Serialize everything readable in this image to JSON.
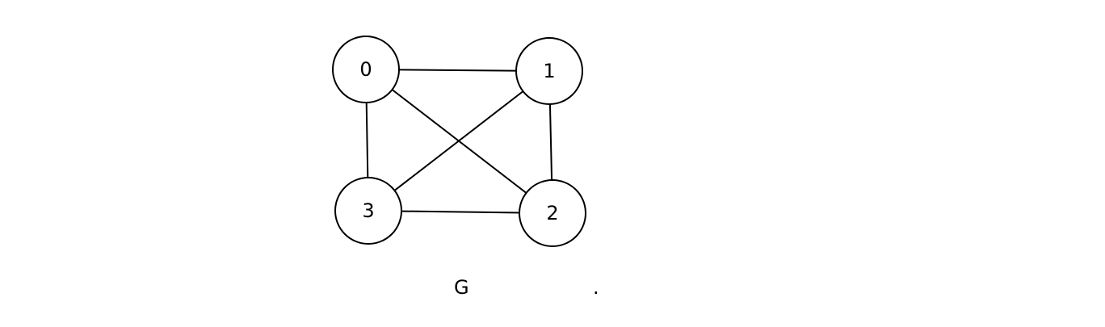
{
  "graph": {
    "nodes": [
      {
        "id": "0",
        "label": "0"
      },
      {
        "id": "1",
        "label": "1"
      },
      {
        "id": "2",
        "label": "2"
      },
      {
        "id": "3",
        "label": "3"
      }
    ],
    "edges": [
      {
        "from": "0",
        "to": "1"
      },
      {
        "from": "0",
        "to": "3"
      },
      {
        "from": "0",
        "to": "2"
      },
      {
        "from": "1",
        "to": "3"
      },
      {
        "from": "1",
        "to": "2"
      },
      {
        "from": "3",
        "to": "2"
      }
    ]
  },
  "caption": {
    "label": "G",
    "period": "."
  },
  "colors": {
    "stroke": "#000000",
    "background": "#ffffff"
  }
}
